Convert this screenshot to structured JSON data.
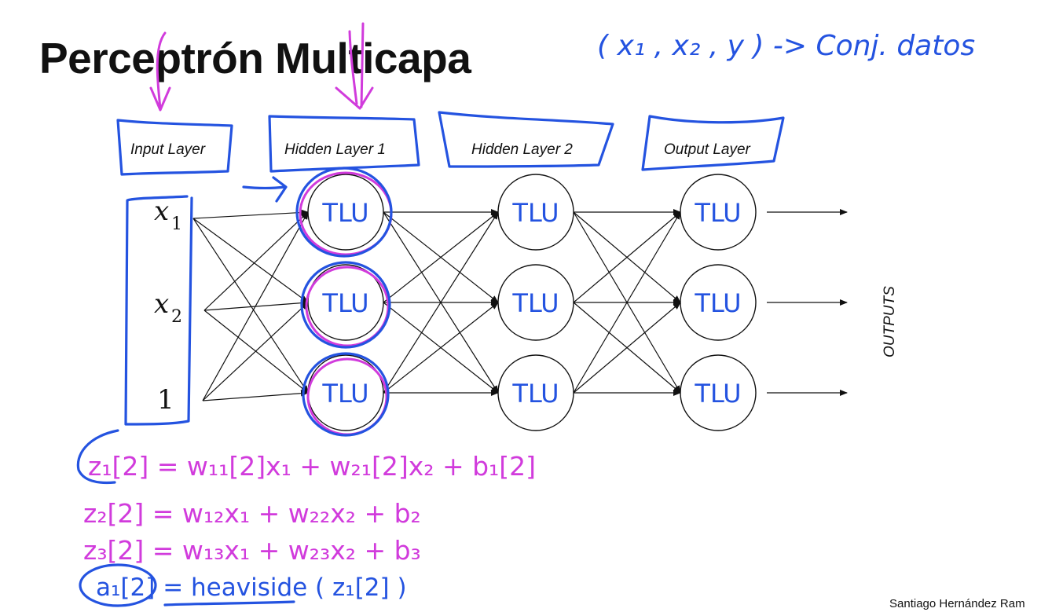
{
  "slide": {
    "title": "Perceptrón Multicapa",
    "credit": "Santiago Hernández Ram"
  },
  "annotation": {
    "dataset_note": "( x₁ , x₂ , y ) -> Conj. datos"
  },
  "layers": [
    {
      "label": "Input Layer"
    },
    {
      "label": "Hidden Layer 1"
    },
    {
      "label": "Hidden Layer 2"
    },
    {
      "label": "Output Layer"
    }
  ],
  "inputs": [
    {
      "base": "x",
      "sub": "1"
    },
    {
      "base": "x",
      "sub": "2"
    },
    {
      "base": "1",
      "sub": ""
    }
  ],
  "neuron_label": "TLU",
  "outputs_label": "OUTPUTS",
  "equations": [
    {
      "text": "z₁[2] = w₁₁[2]x₁ + w₂₁[2]x₂ + b₁[2]"
    },
    {
      "text": "z₂[2] = w₁₂x₁ + w₂₂x₂ + b₂"
    },
    {
      "text": "z₃[2] = w₁₃x₁ + w₂₃x₂ + b₃"
    },
    {
      "text": "a₁[2] = heaviside ( z₁[2] )"
    }
  ],
  "colors": {
    "ink": "#111111",
    "pen_blue": "#2453e0",
    "pen_magenta": "#d13bdc"
  }
}
